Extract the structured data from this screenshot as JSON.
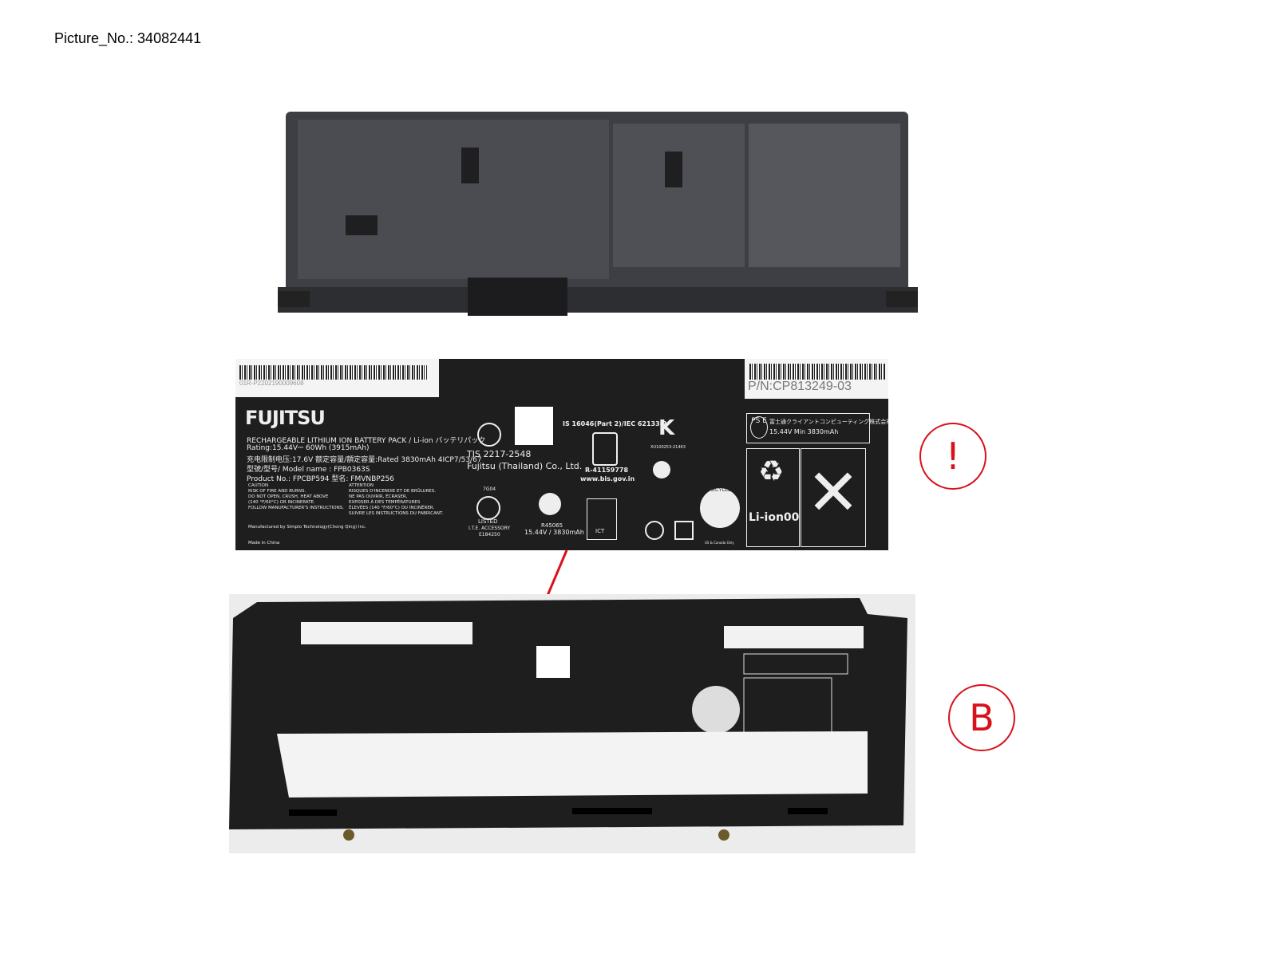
{
  "picture_no": "Picture_No.: 34082441",
  "label": {
    "serial": "01R-P2202190009608",
    "brand": "FUJITSU",
    "line1": "RECHARGEABLE LITHIUM ION BATTERY PACK / Li-ion バッテリパック",
    "line2": "Rating:15.44V⎓ 60Wh (3915mAh)",
    "line3": "充电限制电压:17.6V 额定容量/額定容量:Rated 3830mAh 4ICP7/53/67",
    "line4": "型號/型号/ Model name : FPB0363S",
    "line5": "Product No.: FPCBP594 型名: FMVNBP256",
    "caution": [
      "CAUTION",
      "RISK OF FIRE AND BURNS.",
      "DO NOT OPEN, CRUSH, HEAT ABOVE",
      "(140 °F/60°C) OR INCINERATE.",
      "FOLLOW MANUFACTURER'S INSTRUCTIONS."
    ],
    "attention": [
      "ATTENTION",
      "RISQUES D'INCENDIE ET DE BRÛLURES.",
      "NE PAS OUVRIR, ÉCRASER,",
      "EXPOSER À DES TEMPÉRATURES",
      "ÉLEVÉES (140 °F/60°C) OU INCINÉRER.",
      "SUIVRE LES INSTRUCTIONS DU FABRICANT."
    ],
    "mfr": "Manufactured by Simplo Technology(Chong Qing) Inc.",
    "made": "Made in China",
    "tis": "TIS 2217-2548",
    "thai": "Fujitsu (Thailand) Co., Ltd.",
    "ul_code": "7G04",
    "ul_listed": "LISTED",
    "ite": "I.T.E. ACCESSORY",
    "ul_file": "E184250",
    "r45": "R45065",
    "r45_rating": "15.44V / 3830mAh",
    "is": "IS 16046(Part 2)/IEC 62133-2",
    "bis_r": "R-41159778",
    "bis_url": "www.bis.gov.in",
    "kc": "XU100253-21463",
    "ict": "ICT",
    "recycle": "RECYCLE",
    "pn": "P/N:CP813249-03",
    "pse_company": "富士通クライアントコンピューティング株式会社",
    "pse_rating": "15.44V Min 3830mAh",
    "liion": "Li-ion00",
    "usa": "US & Canada Only"
  },
  "callouts": {
    "exclamation": "!",
    "b": "B"
  },
  "accent": "#d9111c"
}
